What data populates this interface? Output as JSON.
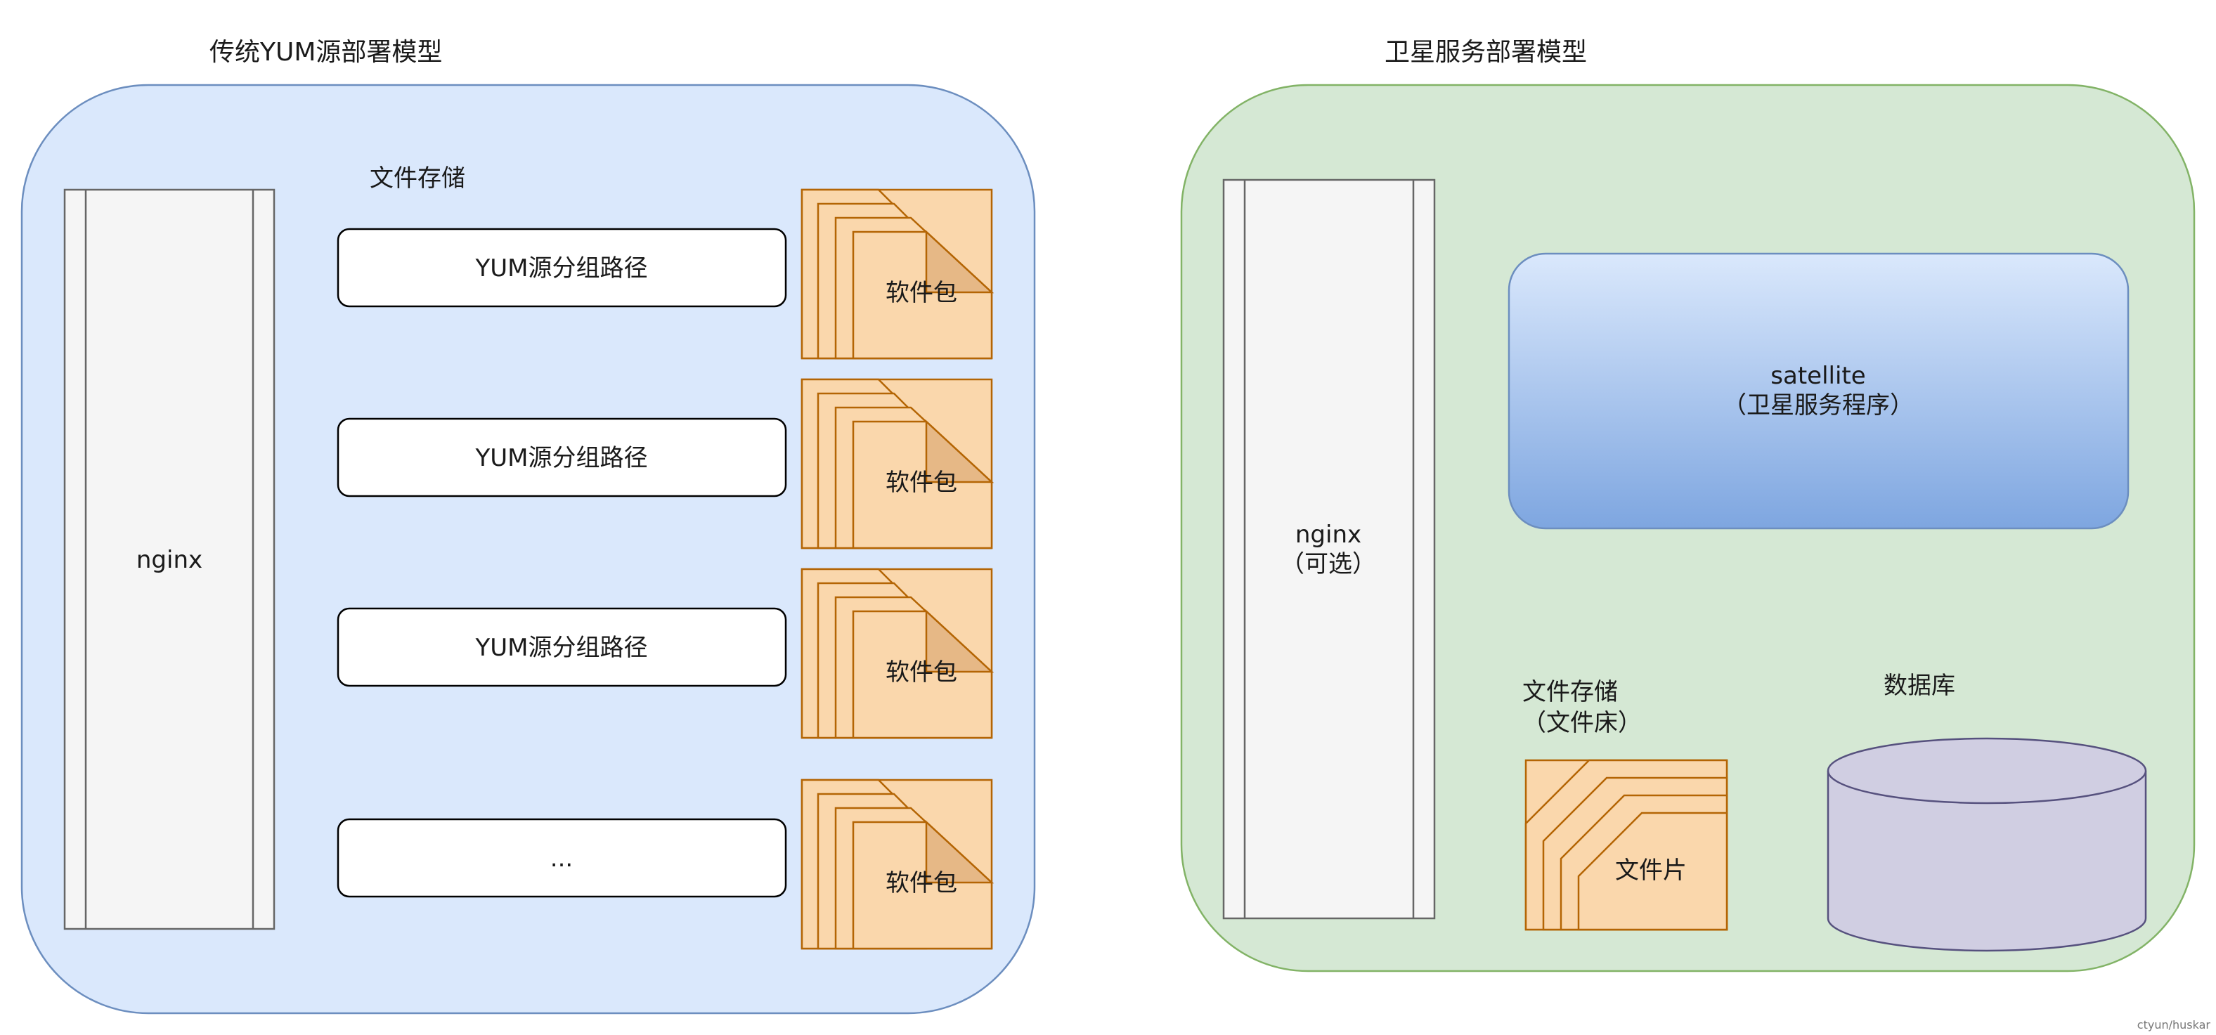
{
  "colors": {
    "traditional_bg": "#dae8fc",
    "traditional_border": "#6c8ebf",
    "satellite_bg": "#d5e8d4",
    "satellite_border": "#82b366",
    "server_fill": "#f5f5f5",
    "server_stroke": "#666666",
    "package_fill": "#fad7ac",
    "package_stroke": "#b46504",
    "app_gradient_top": "#dae8fc",
    "app_gradient_bottom": "#7ea6e0",
    "db_fill": "#d0cee2",
    "db_stroke": "#56517e"
  },
  "traditional": {
    "title": "传统YUM源部署模型",
    "server_label": "nginx",
    "storage_label": "文件存储",
    "repo_paths": [
      "YUM源分组路径",
      "YUM源分组路径",
      "YUM源分组路径",
      "..."
    ],
    "package_label": "软件包"
  },
  "satellite": {
    "title": "卫星服务部署模型",
    "server_label_line1": "nginx",
    "server_label_line2": "（可选）",
    "app_label_line1": "satellite",
    "app_label_line2": "（卫星服务程序）",
    "storage_label_line1": "文件存储",
    "storage_label_line2": "（文件床）",
    "chunk_label": "文件片",
    "db_label": "数据库"
  },
  "watermark": "ctyun/huskar"
}
